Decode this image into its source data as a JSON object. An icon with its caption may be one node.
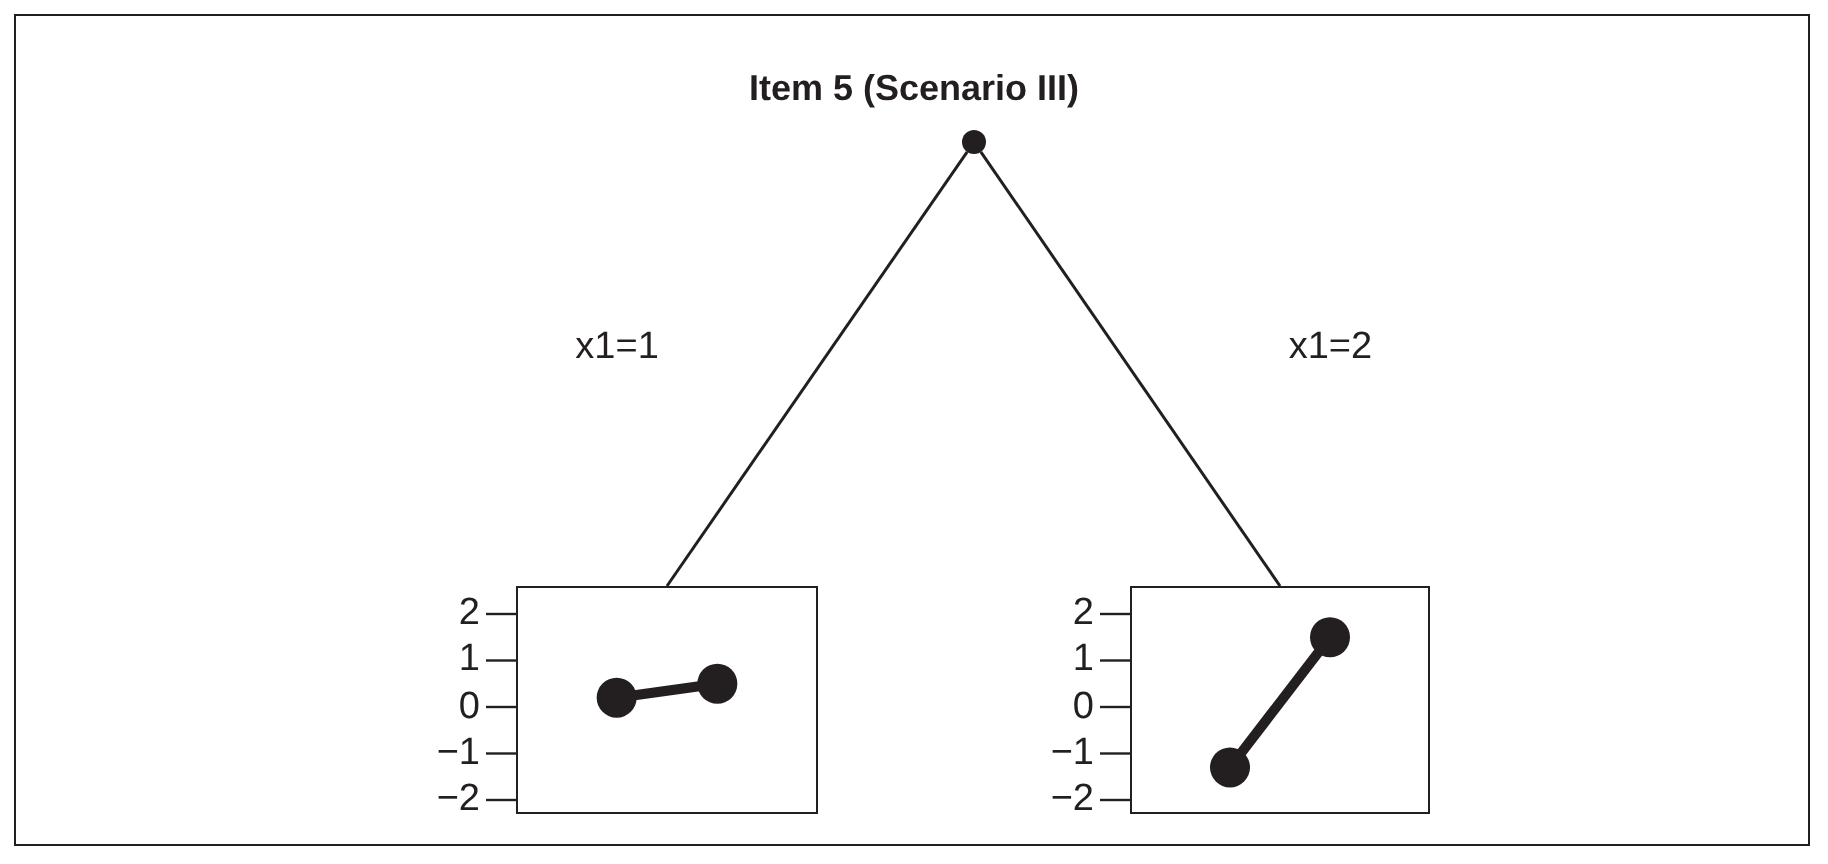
{
  "diagram": {
    "title": "Item 5 (Scenario III)",
    "nodes": [
      {
        "text": [],
        "shape": "circle"
      },
      {
        "text": [],
        "shape": "box"
      },
      {
        "text": [],
        "shape": "box"
      }
    ],
    "edges": [
      {
        "from": 0,
        "to": 1,
        "arrow": "none",
        "label": "x1=1"
      },
      {
        "from": 0,
        "to": 2,
        "arrow": "none",
        "label": "x1=2"
      }
    ],
    "labels": [
      "2",
      "2",
      "1",
      "1",
      "0",
      "0",
      "−1",
      "−1",
      "−2",
      "−2"
    ]
  }
}
